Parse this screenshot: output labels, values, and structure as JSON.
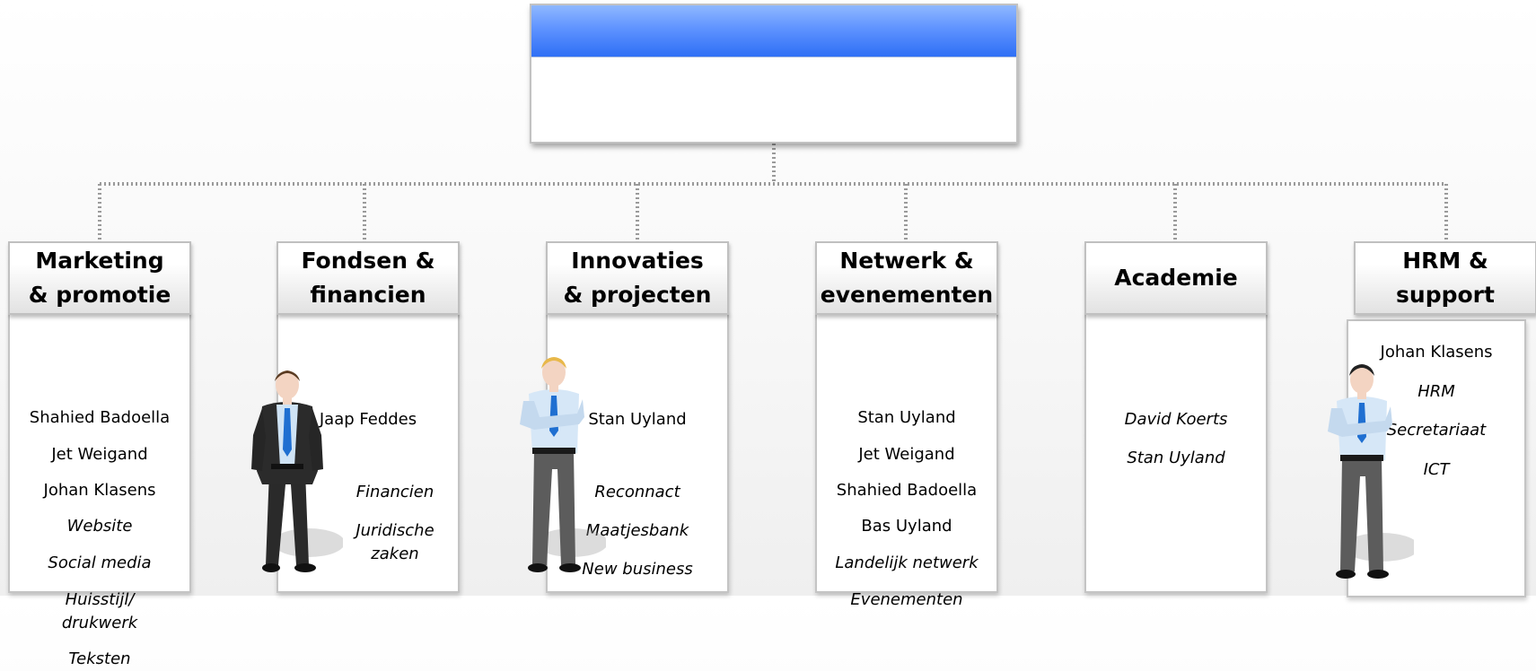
{
  "top_box": {
    "title": ""
  },
  "departments": [
    {
      "title": "Marketing\n& promotie",
      "members": [
        "Shahied Badoella",
        "Jet Weigand",
        "Johan Klasens"
      ],
      "tasks": [
        "Website",
        "Social media",
        "Huisstijl/\ndrukwerk",
        "Teksten"
      ]
    },
    {
      "title": "Fondsen &\nfinancien",
      "members": [
        "Jaap Feddes"
      ],
      "tasks": [
        "Financien",
        "Juridische\nzaken"
      ]
    },
    {
      "title": "Innovaties\n& projecten",
      "members": [
        "Stan Uyland"
      ],
      "tasks": [
        "Reconnact",
        "Maatjesbank",
        "New business"
      ]
    },
    {
      "title": "Netwerk &\nevenementen",
      "members": [
        "Stan Uyland",
        "Jet Weigand",
        "Shahied Badoella",
        "Bas Uyland"
      ],
      "tasks": [
        "Landelijk netwerk",
        "Evenementen"
      ]
    },
    {
      "title": "Academie",
      "members": [],
      "tasks": [
        "David Koerts",
        "Stan Uyland"
      ]
    },
    {
      "title": "HRM &\nsupport",
      "members": [
        "Johan Klasens"
      ],
      "tasks": [
        "HRM",
        "Secretariaat",
        "ICT"
      ]
    }
  ],
  "colors": {
    "top_band": "#2e6ff5",
    "connector": "#9a9a9a",
    "box_border": "#c0c0c0"
  },
  "icons": [
    "businessman-dark-suit-icon",
    "businessman-blond-arms-crossed-icon",
    "businessman-dark-hair-arms-crossed-icon"
  ]
}
